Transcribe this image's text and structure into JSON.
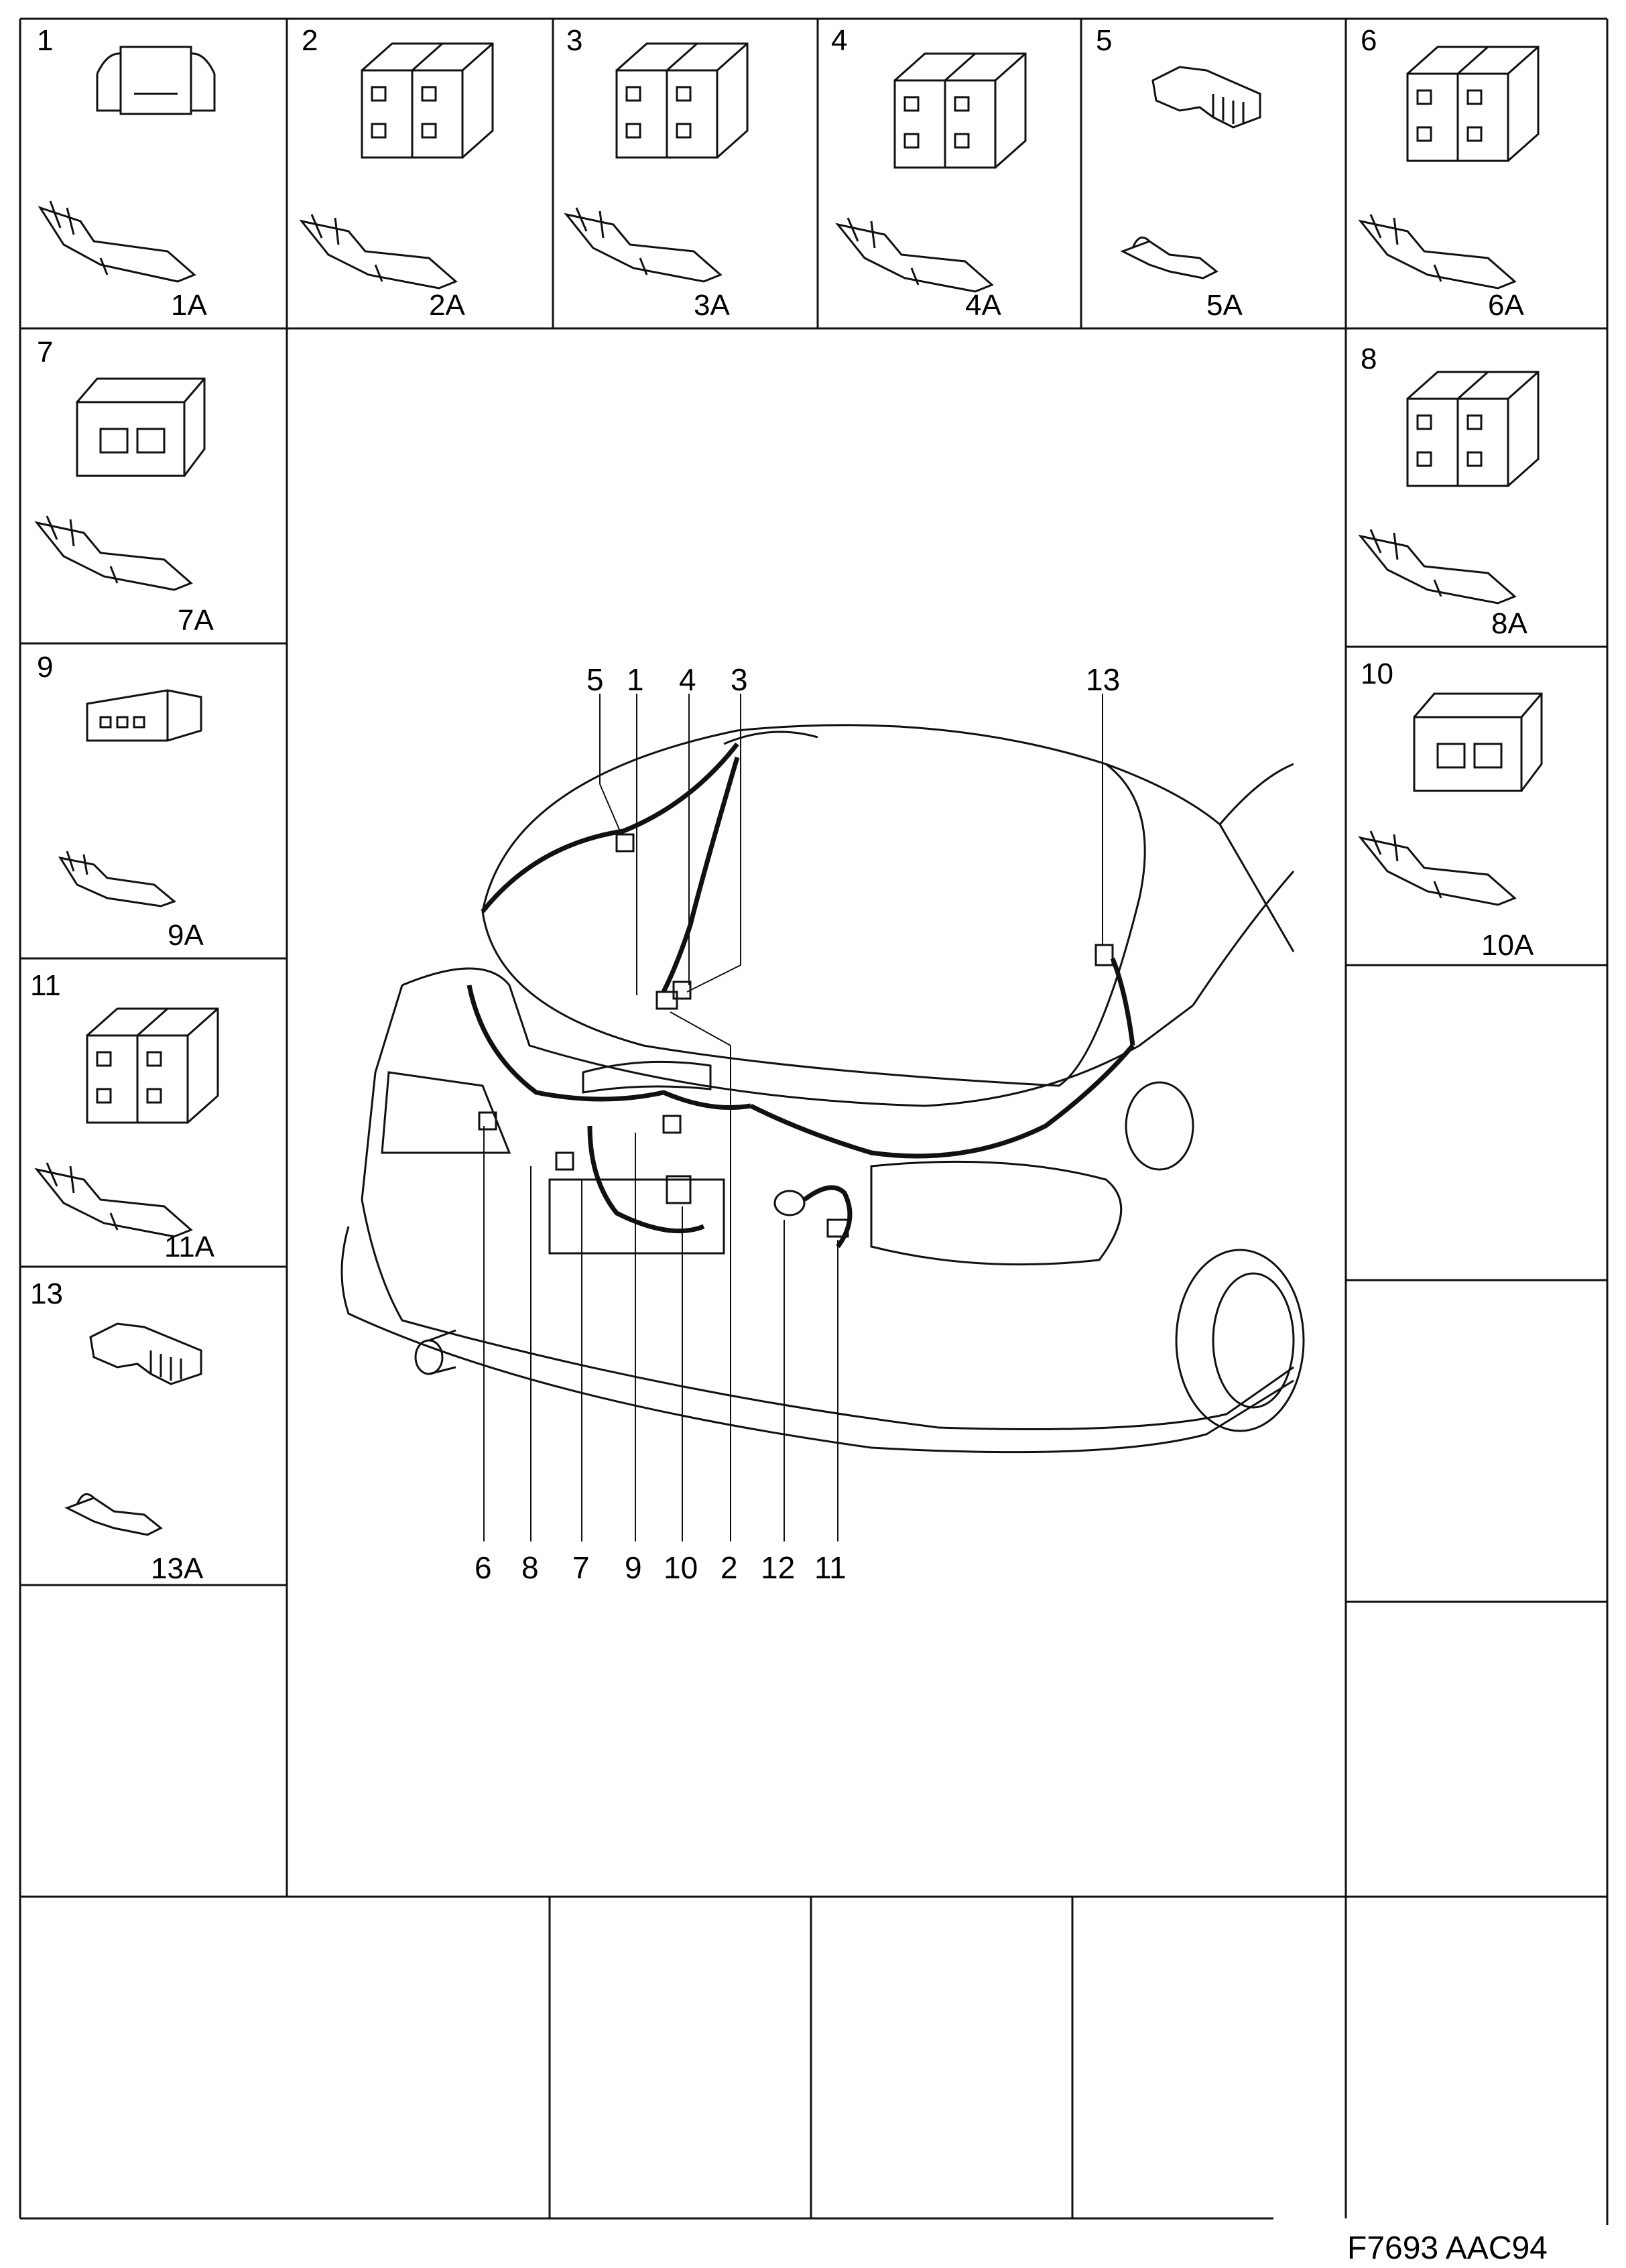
{
  "cells": [
    {
      "num": "1",
      "sub": "1A"
    },
    {
      "num": "2",
      "sub": "2A"
    },
    {
      "num": "3",
      "sub": "3A"
    },
    {
      "num": "4",
      "sub": "4A"
    },
    {
      "num": "5",
      "sub": "5A"
    },
    {
      "num": "6",
      "sub": "6A"
    },
    {
      "num": "7",
      "sub": "7A"
    },
    {
      "num": "8",
      "sub": "8A"
    },
    {
      "num": "9",
      "sub": "9A"
    },
    {
      "num": "10",
      "sub": "10A"
    },
    {
      "num": "11",
      "sub": "11A"
    },
    {
      "num": "13",
      "sub": "13A"
    }
  ],
  "callouts_top": [
    "5",
    "1",
    "4",
    "3",
    "13"
  ],
  "callouts_bottom": [
    "6",
    "8",
    "7",
    "9",
    "10",
    "2",
    "12",
    "11"
  ],
  "figure_code": "F7693 AAC94"
}
